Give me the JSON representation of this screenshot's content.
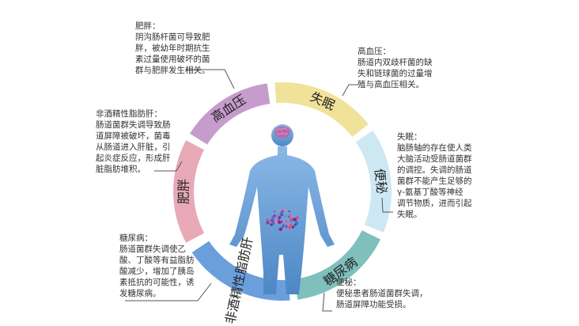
{
  "ring": {
    "segments": [
      {
        "key": "obesity",
        "label": "肥胖",
        "color": "#e8a9b6"
      },
      {
        "key": "hypertension",
        "label": "高血压",
        "color": "#c69ccc"
      },
      {
        "key": "insomnia",
        "label": "失眠",
        "color": "#f1e29a"
      },
      {
        "key": "constipation",
        "label": "便秘",
        "color": "#cde8f2"
      },
      {
        "key": "diabetes",
        "label": "糖尿病",
        "color": "#7fc0bd"
      },
      {
        "key": "nafld",
        "label": "非酒精性脂肪肝",
        "color": "#6b9fdc"
      }
    ]
  },
  "notes": {
    "obesity": {
      "title": "肥胖：",
      "body": [
        "阴沟肠杆菌可导致肥",
        "胖，被幼年时期抗生",
        "素过量使用破坏的菌",
        "群与肥胖发生相关。"
      ]
    },
    "hypertension": {
      "title": "高血压：",
      "body": [
        "肠道内双歧杆菌的缺",
        "失和链球菌的过量增",
        "殖与高血压相关。"
      ]
    },
    "insomnia": {
      "title": "失眠：",
      "body": [
        "脑肠轴的存在使人类",
        "大脑活动受肠道菌群",
        "的调控。失调的肠道",
        "菌群不能产生足够的",
        "γ-氨基丁酸等神经",
        "调节物质，进而引起",
        "失眠。"
      ]
    },
    "constipation": {
      "title": "便秘：",
      "body": [
        "便秘患者肠道菌群失调，",
        "肠道屏障功能受损。"
      ]
    },
    "diabetes": {
      "title": "糖尿病：",
      "body": [
        "肠道菌群失调使乙",
        "酸、丁酸等有益脂肪",
        "酸减少，增加了胰岛",
        "素抵抗的可能性，诱",
        "发糖尿病。"
      ]
    },
    "nafld": {
      "title": "非酒精性脂肪肝：",
      "body": [
        "肠道菌群失调导致肠",
        "道屏障被破坏，菌毒",
        "从肠道进入肝脏，引",
        "起炎症反应，形成肝",
        "脏脂肪堆积。"
      ]
    }
  }
}
